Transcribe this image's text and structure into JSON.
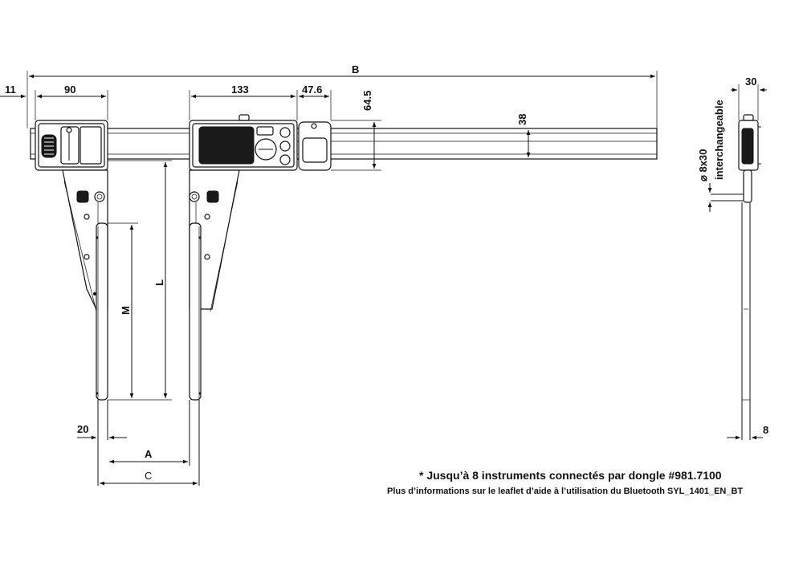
{
  "dimensions": {
    "B": "B",
    "d11": "11",
    "d90": "90",
    "d133": "133",
    "d47_6": "47.6",
    "d64_5": "64.5",
    "d38": "38",
    "d30": "30",
    "L": "L",
    "M": "M",
    "d20": "20",
    "A": "A",
    "C": "C",
    "d8": "8",
    "diameter": "⌀ 8x30",
    "interchangeable": "interchangeable"
  },
  "notes": {
    "line1": "* Jusqu’à 8 instruments connectés par dongle #981.7100",
    "line2": "Plus d’informations sur le leaflet d’aide à l’utilisation du Bluetooth SYL_1401_EN_BT"
  },
  "colors": {
    "line": "#111111",
    "screen": "#1a1a1a",
    "rail": "#c8c8c8"
  }
}
